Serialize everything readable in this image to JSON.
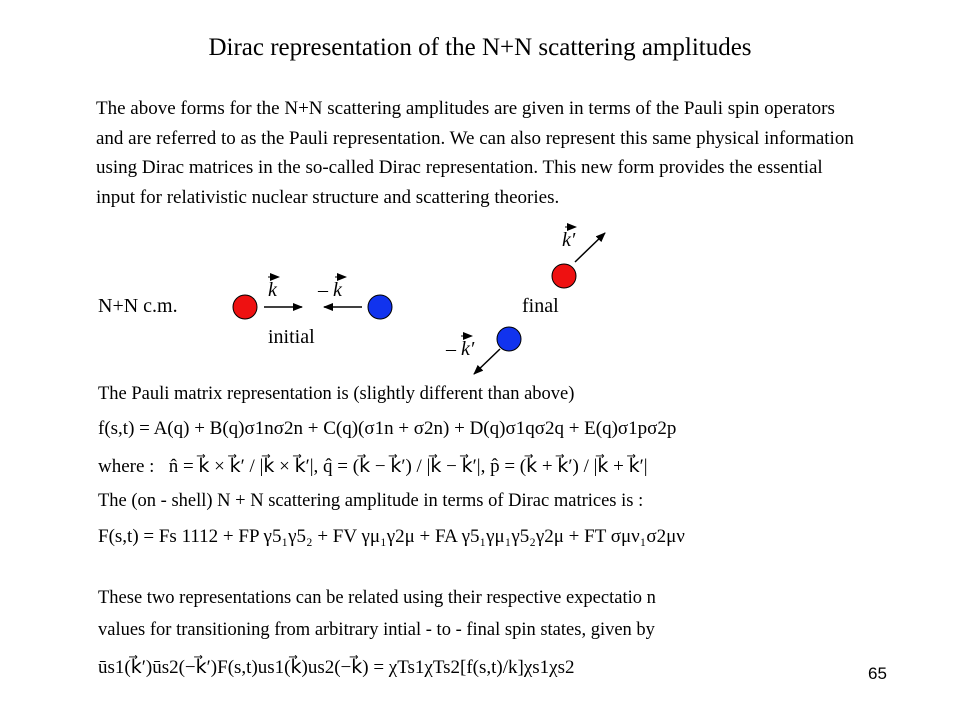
{
  "slide": {
    "title": "Dirac representation of the N+N scattering amplitudes",
    "intro": "The above forms for the N+N scattering amplitudes are given in terms of the Pauli spin operators and are referred to as the Pauli representation.  We can also represent this same physical information using Dirac matrices in the so-called Dirac representation.  This new form provides the essential input for relativistic nuclear structure and scattering theories.",
    "page_number": "65"
  },
  "diagram": {
    "cm_label": "N+N c.m.",
    "initial_label": "initial",
    "final_label": "final",
    "k_label": "k",
    "minus_k_label": "– k",
    "kprime_label": "k′",
    "minus_kprime_label": "– k′",
    "colors": {
      "nucleon_red": "#ee1111",
      "nucleon_blue": "#1133ee"
    }
  },
  "equations": {
    "pauli_heading": "The Pauli matrix representation is (slightly different than above)",
    "pauli_eq": "f(s,t) = A(q) + B(q)σ1nσ2n + C(q)(σ1n + σ2n) + D(q)σ1qσ2q + E(q)σ1pσ2p",
    "where_label": "where :",
    "where_eq": "n̂ = k⃗ × k⃗′ / |k⃗ × k⃗′|,   q̂ = (k⃗ − k⃗′) / |k⃗ − k⃗′|,   p̂ = (k⃗ + k⃗′) / |k⃗ + k⃗′|",
    "dirac_heading": "The (on - shell) N + N scattering amplitude in terms of Dirac matrices is :",
    "dirac_eq": "F(s,t) = Fs 1112 + FP γ5₁γ5₂ + FV γμ₁γ2μ + FA γ5₁γμ₁γ5₂γ2μ + FT σμν₁σ2μν",
    "relation_line1": "These two representations can be related using their respective expectatio n",
    "relation_line2": "values for transitioning from arbitrary intial - to - final spin states, given by",
    "relation_eq": "ūs1(k⃗′)ūs2(−k⃗′)F(s,t)us1(k⃗)us2(−k⃗) = χTs1χTs2[f(s,t)/k]χs1χs2"
  }
}
